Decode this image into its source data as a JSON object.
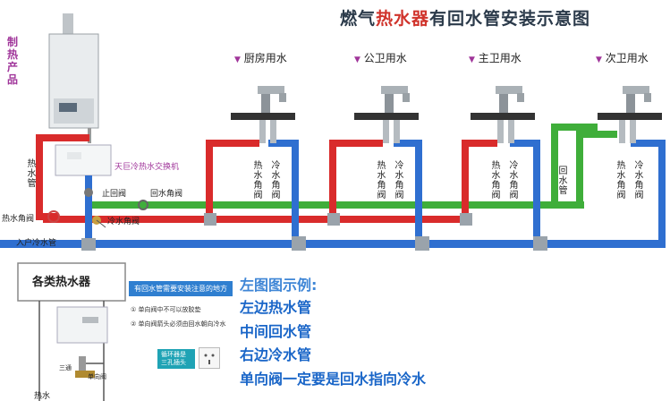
{
  "title_plain": "燃气热水器有回水管安装示意图",
  "title_pre": "燃气",
  "title_accent": "热水器",
  "title_post": "有回水管安装示意图",
  "side_tag": "制热产品",
  "exchanger_label": "天巨冷热水交换机",
  "labels": {
    "hot_pipe": "热水管",
    "check_valve": "止回阀",
    "return_valve": "回水角阀",
    "hot_angle_valve": "热水角阀",
    "cold_angle_valve": "冷水角阀",
    "inlet": "入户冷水管",
    "return_pipe": "回水管"
  },
  "taps": [
    {
      "name": "厨房用水",
      "hot": "热水角阀",
      "cold": "冷水角阀"
    },
    {
      "name": "公卫用水",
      "hot": "热水角阀",
      "cold": "冷水角阀"
    },
    {
      "name": "主卫用水",
      "hot": "热水角阀",
      "cold": "冷水角阀"
    },
    {
      "name": "次卫用水",
      "hot": "热水角阀",
      "cold": "冷水角阀"
    }
  ],
  "lower": {
    "box_title": "各类热水器",
    "bottom_label": "热水",
    "tee_label": "三通",
    "valve_label": "单向阀",
    "panel_title": "有回水管需要安装注意的地方",
    "tips": [
      "① 单向阀中不可以放胶垫",
      "② 单向阀箭头必须由回水朝向冷水"
    ],
    "badge": "循环器是三孔插头"
  },
  "notes": [
    "左图图示例:",
    "左边热水管",
    "中间回水管",
    "右边冷水管",
    "单向阀一定要是回水指向冷水"
  ],
  "colors": {
    "hot": "#d92b2b",
    "cold": "#2f6fd0",
    "return": "#3fae3a",
    "accent": "#a0359a",
    "note": "#1a66c8"
  },
  "icons": [
    "water-heater-icon",
    "faucet-icon",
    "valve-icon",
    "down-triangle-icon",
    "socket-icon"
  ]
}
